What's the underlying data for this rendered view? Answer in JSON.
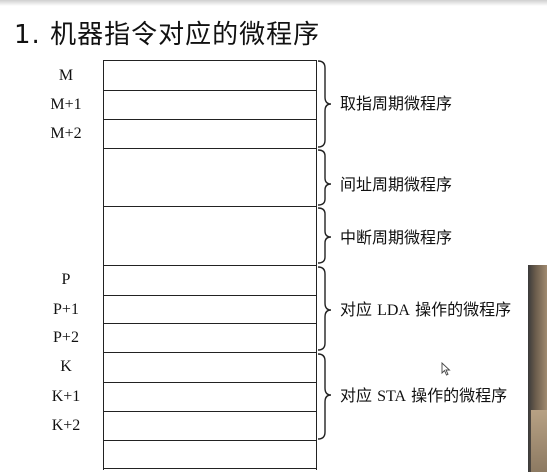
{
  "title": "1.  机器指令对应的微程序",
  "addresses": [
    "M",
    "M+1",
    "M+2",
    "P",
    "P+1",
    "P+2",
    "K",
    "K+1",
    "K+2"
  ],
  "segments": [
    {
      "label": "取指周期微程序"
    },
    {
      "label": "间址周期微程序"
    },
    {
      "label": "中断周期微程序"
    },
    {
      "label_prefix": "对应 ",
      "label_op": "LDA",
      "label_suffix": " 操作的微程序"
    },
    {
      "label_prefix": "对应 ",
      "label_op": "STA",
      "label_suffix": " 操作的微程序"
    }
  ]
}
